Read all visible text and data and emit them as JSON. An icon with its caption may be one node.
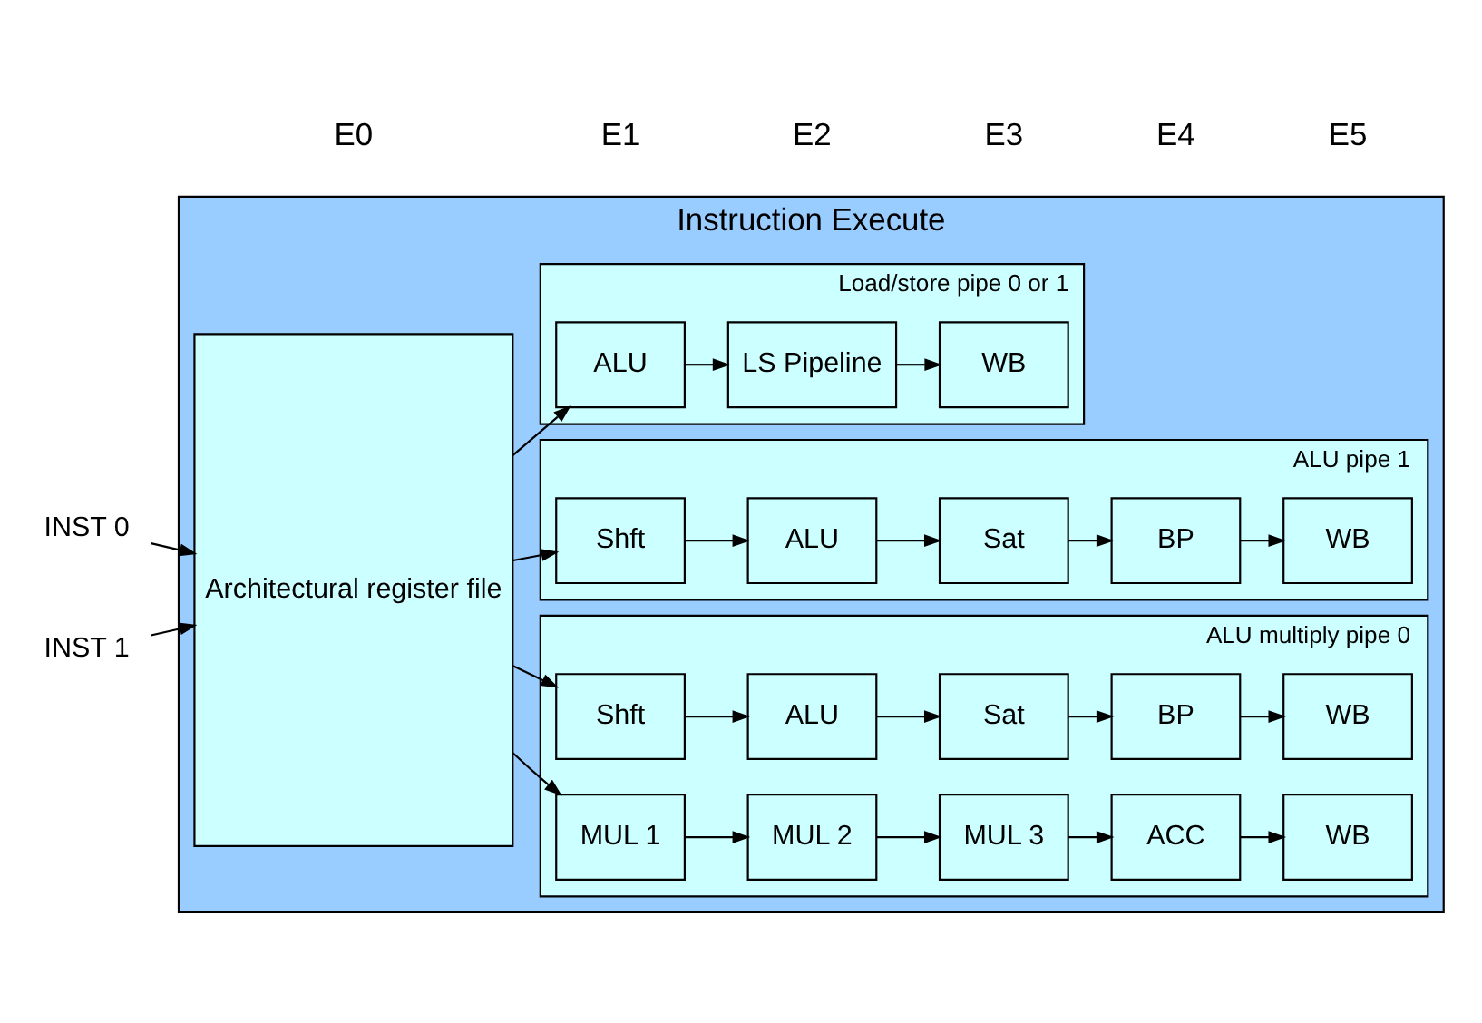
{
  "diagram": {
    "nodes": [
      {
        "text": [
          "Instruction Execute"
        ]
      },
      {
        "text": [
          "Architectural register file"
        ],
        "in": 0
      },
      {
        "text": [
          "ALU multiply pipe 0"
        ],
        "in": 0
      },
      {
        "text": [
          "Shft"
        ],
        "in": 2
      },
      {
        "text": [
          "ALU"
        ],
        "in": 2
      },
      {
        "text": [
          "Sat"
        ],
        "in": 2
      },
      {
        "text": [
          "BP"
        ],
        "in": 2
      },
      {
        "text": [
          "WB"
        ],
        "in": 2
      },
      {
        "text": [
          "MUL 1"
        ],
        "in": 2
      },
      {
        "text": [
          "MUL 2"
        ],
        "in": 2
      },
      {
        "text": [
          "MUL 3"
        ],
        "in": 2
      },
      {
        "text": [
          "ACC"
        ],
        "in": 2
      },
      {
        "text": [
          "WB"
        ],
        "in": 2
      },
      {
        "text": [
          "ALU pipe 1"
        ],
        "in": 0
      },
      {
        "text": [
          "Shft"
        ],
        "in": 13
      },
      {
        "text": [
          "ALU"
        ],
        "in": 13
      },
      {
        "text": [
          "Sat"
        ],
        "in": 13
      },
      {
        "text": [
          "BP"
        ],
        "in": 13
      },
      {
        "text": [
          "WB"
        ],
        "in": 13
      },
      {
        "text": [
          "Load/store pipe 0 or 1"
        ],
        "in": 0
      },
      {
        "text": [
          "ALU"
        ],
        "in": 19
      },
      {
        "text": [
          "LS Pipeline"
        ],
        "in": 19
      },
      {
        "text": [
          "WB"
        ],
        "in": 19
      },
      {
        "text": [
          "INST 0"
        ]
      },
      {
        "text": [
          "INST 1"
        ]
      }
    ],
    "edges": [
      {
        "from": 23,
        "to": 1,
        "arrow": "to"
      },
      {
        "from": 24,
        "to": 1,
        "arrow": "to"
      },
      {
        "from": 1,
        "to": 3,
        "arrow": "to"
      },
      {
        "from": 1,
        "to": 8,
        "arrow": "to"
      },
      {
        "from": 1,
        "to": 14,
        "arrow": "to"
      },
      {
        "from": 1,
        "to": 20,
        "arrow": "to"
      },
      {
        "from": 3,
        "to": 4,
        "arrow": "to"
      },
      {
        "from": 4,
        "to": 5,
        "arrow": "to"
      },
      {
        "from": 5,
        "to": 6,
        "arrow": "to"
      },
      {
        "from": 6,
        "to": 7,
        "arrow": "to"
      },
      {
        "from": 8,
        "to": 9,
        "arrow": "to"
      },
      {
        "from": 9,
        "to": 10,
        "arrow": "to"
      },
      {
        "from": 10,
        "to": 11,
        "arrow": "to"
      },
      {
        "from": 11,
        "to": 12,
        "arrow": "to"
      },
      {
        "from": 14,
        "to": 15,
        "arrow": "to"
      },
      {
        "from": 15,
        "to": 16,
        "arrow": "to"
      },
      {
        "from": 16,
        "to": 17,
        "arrow": "to"
      },
      {
        "from": 17,
        "to": 18,
        "arrow": "to"
      },
      {
        "from": 20,
        "to": 21,
        "arrow": "to"
      },
      {
        "from": 21,
        "to": 22,
        "arrow": "to"
      }
    ],
    "labels": [
      "E0",
      "E1",
      "E2",
      "E3",
      "E4",
      "E5"
    ]
  }
}
